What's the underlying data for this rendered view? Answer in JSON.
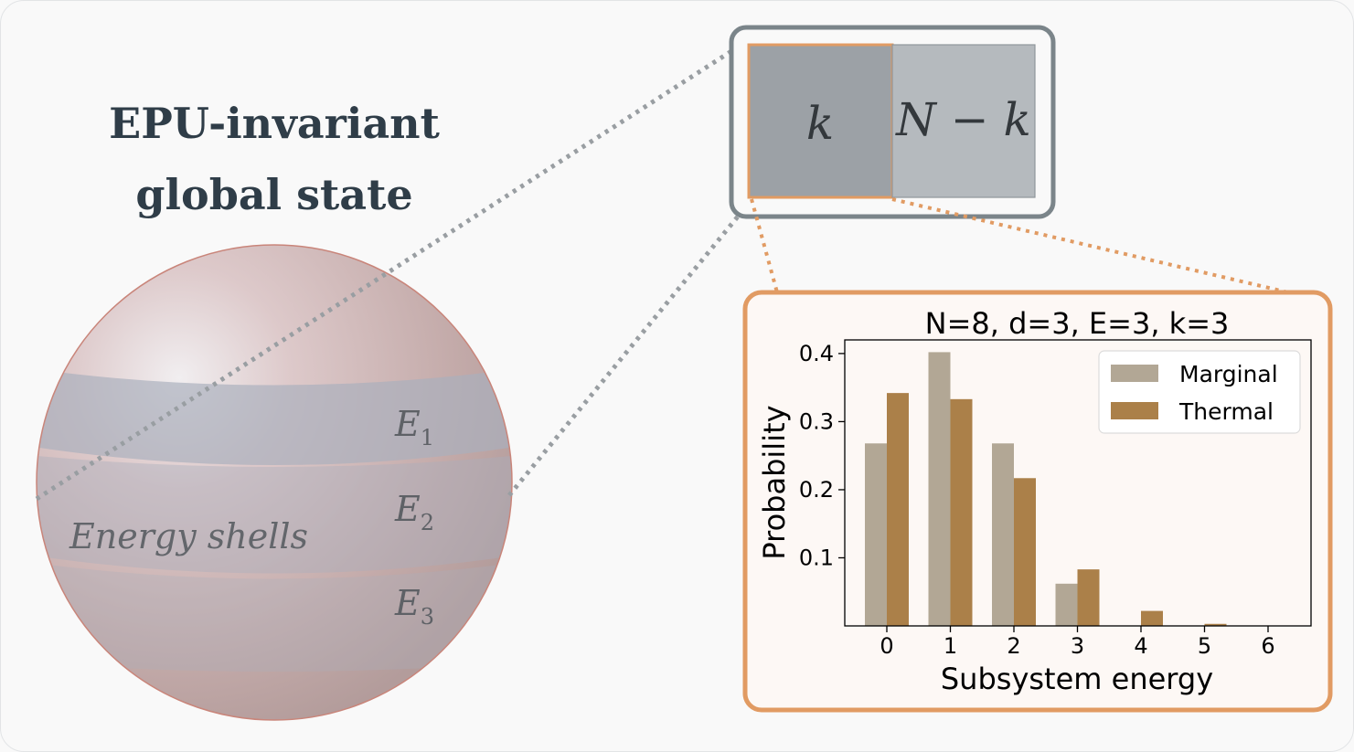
{
  "global_state": {
    "title_line1": "EPU-invariant",
    "title_line2": "global state",
    "shells_label": "Energy shells",
    "shells": [
      {
        "symbol": "E",
        "subscript": "1"
      },
      {
        "symbol": "E",
        "subscript": "2"
      },
      {
        "symbol": "E",
        "subscript": "3"
      }
    ]
  },
  "partition": {
    "subsystem_label": "k",
    "rest_label": "N − k"
  },
  "colors": {
    "sphere_stroke": "#c9857a",
    "band": "#a9afbc",
    "subsystem_fill": "#9ca1a6",
    "rest_fill": "#b5babe",
    "outline": "#7b858a",
    "accent_orange": "#e19b63",
    "marginal": "#b2a795",
    "thermal": "#ab8049"
  },
  "chart_data": {
    "type": "bar",
    "title": "N=8, d=3, E=3, k=3",
    "xlabel": "Subsystem energy",
    "ylabel": "Probability",
    "categories": [
      "0",
      "1",
      "2",
      "3",
      "4",
      "5",
      "6"
    ],
    "yticks": [
      "0.1",
      "0.2",
      "0.3",
      "0.4"
    ],
    "ylim": [
      0,
      0.42
    ],
    "legend_position": "top-right",
    "grid": false,
    "series": [
      {
        "name": "Marginal",
        "values": [
          0.268,
          0.402,
          0.268,
          0.062,
          0.0,
          0.0,
          0.0
        ]
      },
      {
        "name": "Thermal",
        "values": [
          0.342,
          0.333,
          0.217,
          0.083,
          0.022,
          0.003,
          0.0
        ]
      }
    ]
  }
}
